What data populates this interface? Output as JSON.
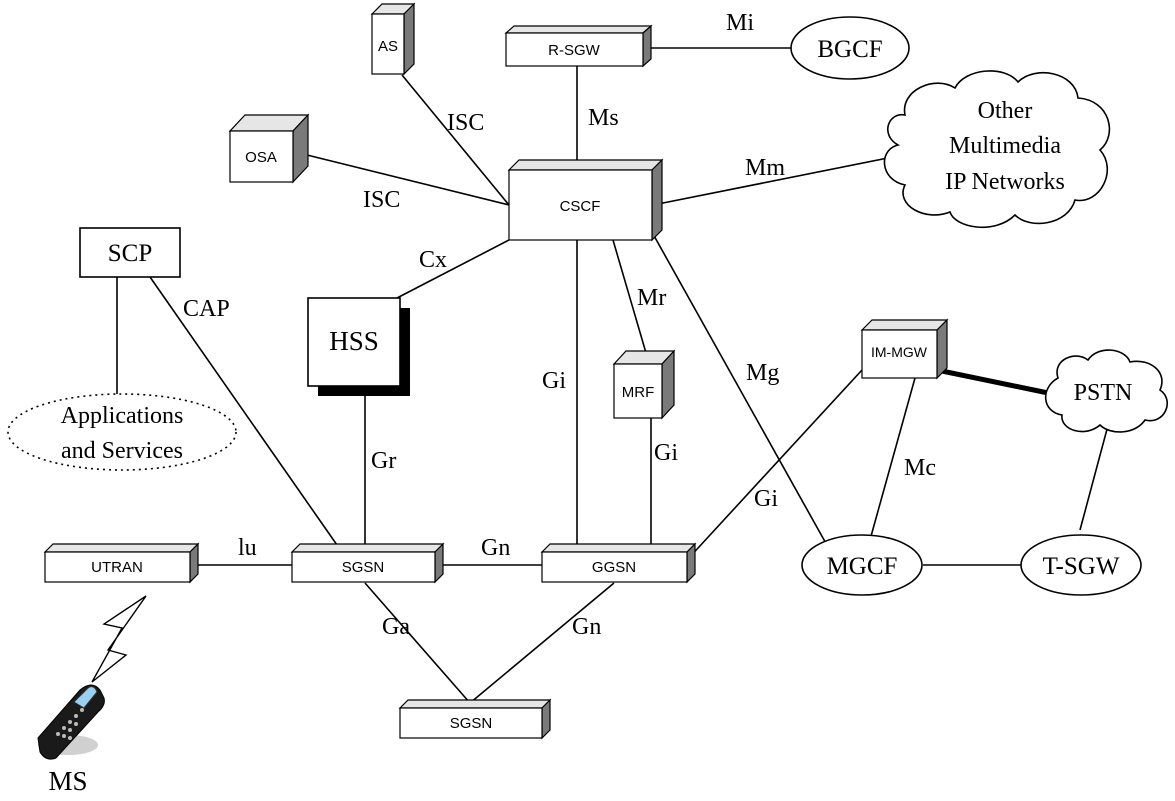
{
  "nodes": {
    "as": "AS",
    "rsgw": "R-SGW",
    "bgcf": "BGCF",
    "osa": "OSA",
    "cscf": "CSCF",
    "other_networks": [
      "Other",
      "Multimedia",
      "IP Networks"
    ],
    "scp": "SCP",
    "hss": "HSS",
    "mrf": "MRF",
    "immgw": "IM-MGW",
    "pstn": "PSTN",
    "applications": [
      "Applications",
      "and Services"
    ],
    "utran": "UTRAN",
    "sgsn": "SGSN",
    "ggsn": "GGSN",
    "sgsn2": "SGSN",
    "mgcf": "MGCF",
    "tsgw": "T-SGW",
    "ms": "MS"
  },
  "interfaces": {
    "mi": "Mi",
    "isc_as": "ISC",
    "ms_if": "Ms",
    "isc_osa": "ISC",
    "mm": "Mm",
    "cx": "Cx",
    "cap": "CAP",
    "mr": "Mr",
    "gi_cscf": "Gi",
    "mg": "Mg",
    "gi_mrf": "Gi",
    "gr": "Gr",
    "gi_mgw": "Gi",
    "mc": "Mc",
    "lu": "lu",
    "gn_top": "Gn",
    "ga": "Ga",
    "gn_bottom": "Gn"
  },
  "colors": {
    "box_top": "#e6e6e6",
    "box_side": "#7a7a7a",
    "line": "#000000"
  }
}
